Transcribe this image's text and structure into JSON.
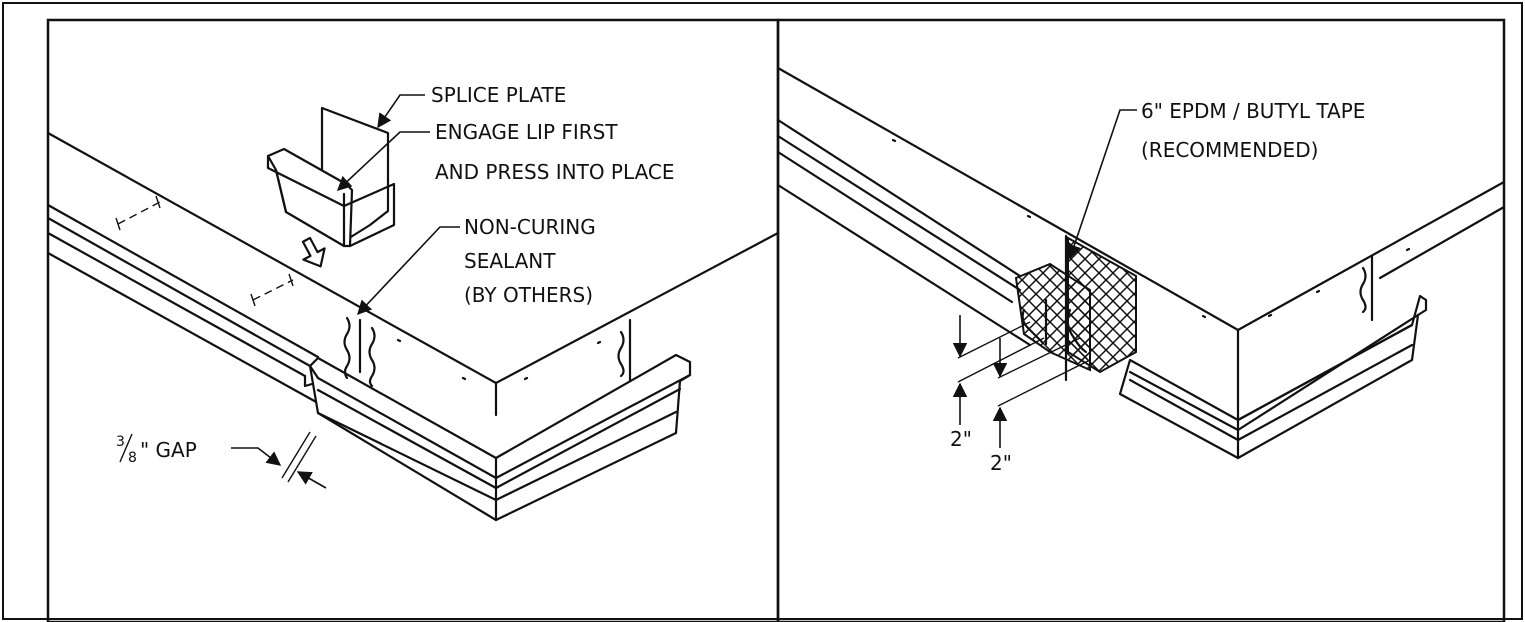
{
  "left_panel": {
    "splice_plate_label": "SPLICE PLATE",
    "engage_label_line1": "ENGAGE LIP FIRST",
    "engage_label_line2": "AND PRESS INTO PLACE",
    "sealant_label_line1": "NON-CURING",
    "sealant_label_line2": "SEALANT",
    "sealant_label_line3": "(BY OTHERS)",
    "gap_fraction_numerator": "3",
    "gap_fraction_denominator": "8",
    "gap_label_suffix": "\" GAP"
  },
  "right_panel": {
    "tape_label_line1": "6\" EPDM / BUTYL TAPE",
    "tape_label_line2": "(RECOMMENDED)",
    "dim_left": "2\"",
    "dim_right": "2\""
  }
}
